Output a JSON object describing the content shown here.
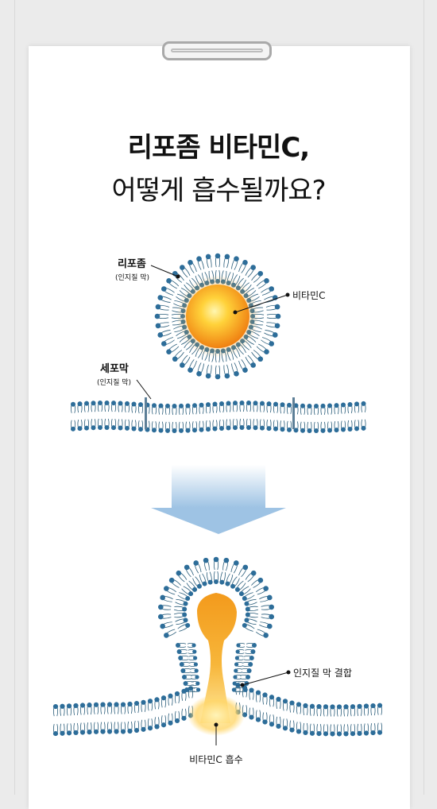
{
  "title": {
    "line1": "리포좀 비타민C,",
    "line2": "어떻게 흡수될까요?"
  },
  "diagram_top": {
    "liposome_label": "리포좀",
    "liposome_sub": "(인지질 막)",
    "vitamin_label": "비타민C",
    "membrane_label": "세포막",
    "membrane_sub": "(인지질 막)"
  },
  "diagram_bottom": {
    "fusion_label": "인지질 막 결합",
    "absorb_label": "비타민C 흡수"
  },
  "colors": {
    "lipid_head": "#2d6d99",
    "lipid_tail": "#2a5d7a",
    "core_center": "#ffd23a",
    "core_edge": "#f08a12",
    "arrow": "#9ec3e4"
  }
}
